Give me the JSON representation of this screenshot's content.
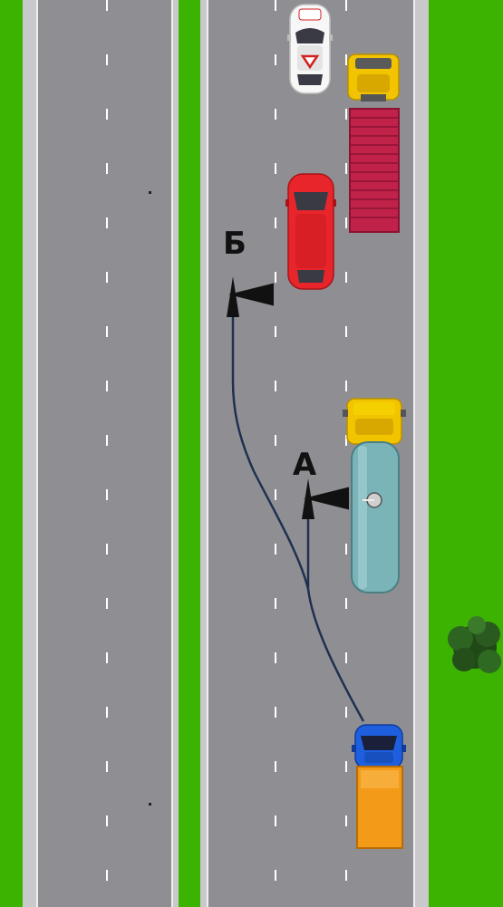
{
  "colors": {
    "grass": "#3cb300",
    "asphalt": "#8f8f93",
    "shoulder": "#c9c9cc",
    "lane_mark": "#ffffff",
    "path": "#1f3050"
  },
  "labels": {
    "a": "А",
    "b": "Б"
  },
  "vehicles": [
    {
      "kind": "car",
      "color": "#ffffff",
      "name": "white-learner-car"
    },
    {
      "kind": "truck",
      "cab": "#f2c400",
      "cargo": "#c0224a",
      "name": "container-truck"
    },
    {
      "kind": "car",
      "color": "#e8252b",
      "name": "red-car"
    },
    {
      "kind": "tanker",
      "cab": "#f2c400",
      "cargo": "#7ab3b8",
      "name": "tanker-truck"
    },
    {
      "kind": "truck",
      "cab": "#1e5fe0",
      "cargo": "#f39a18",
      "name": "blue-orange-truck"
    }
  ],
  "icons": {
    "tree": "tree-icon",
    "arrow": "arrow-up-icon"
  }
}
